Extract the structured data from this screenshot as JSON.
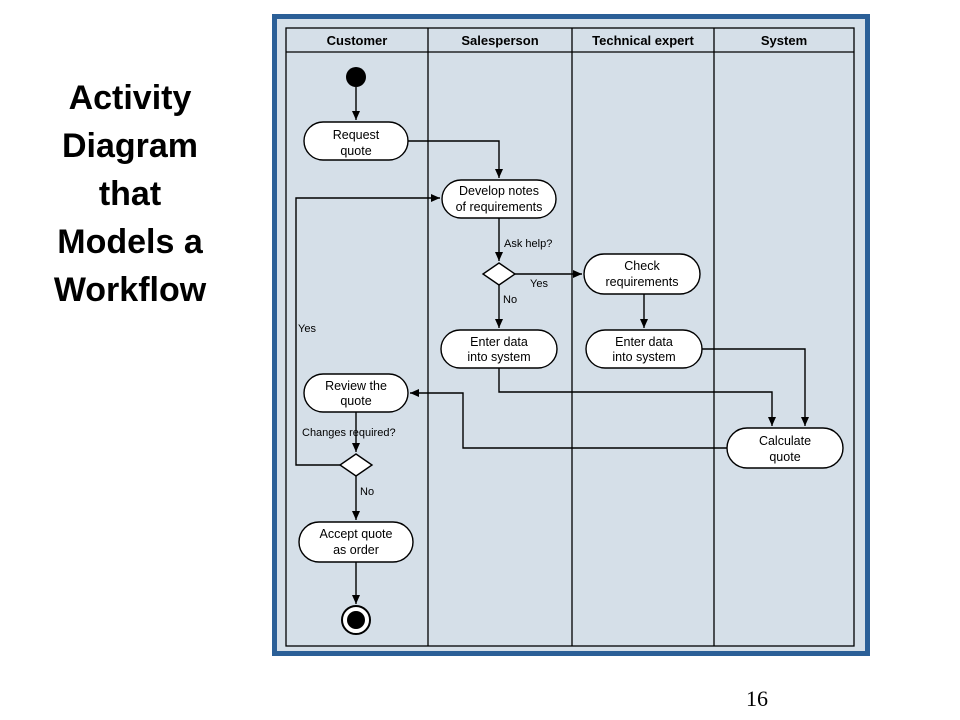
{
  "slide": {
    "title_lines": [
      "Activity",
      "Diagram",
      "that",
      "Models a",
      "Workflow"
    ],
    "page_number": "16"
  },
  "diagram": {
    "lanes": [
      "Customer",
      "Salesperson",
      "Technical expert",
      "System"
    ],
    "activities": {
      "request_quote": [
        "Request",
        "quote"
      ],
      "develop_notes": [
        "Develop notes",
        "of requirements"
      ],
      "check_requirements": [
        "Check",
        "requirements"
      ],
      "enter_data_sales": [
        "Enter data",
        "into system"
      ],
      "enter_data_tech": [
        "Enter data",
        "into system"
      ],
      "review_quote": [
        "Review the",
        "quote"
      ],
      "calculate_quote": [
        "Calculate",
        "quote"
      ],
      "accept_quote": [
        "Accept quote",
        "as order"
      ]
    },
    "guards": {
      "ask_help": "Ask help?",
      "yes_help": "Yes",
      "no_help": "No",
      "changes_required": "Changes required?",
      "yes_changes": "Yes",
      "no_changes": "No"
    },
    "colors": {
      "frame": "#2b5f97",
      "background": "#d5dfe8",
      "activity_fill": "#ffffff",
      "line": "#000000"
    }
  }
}
